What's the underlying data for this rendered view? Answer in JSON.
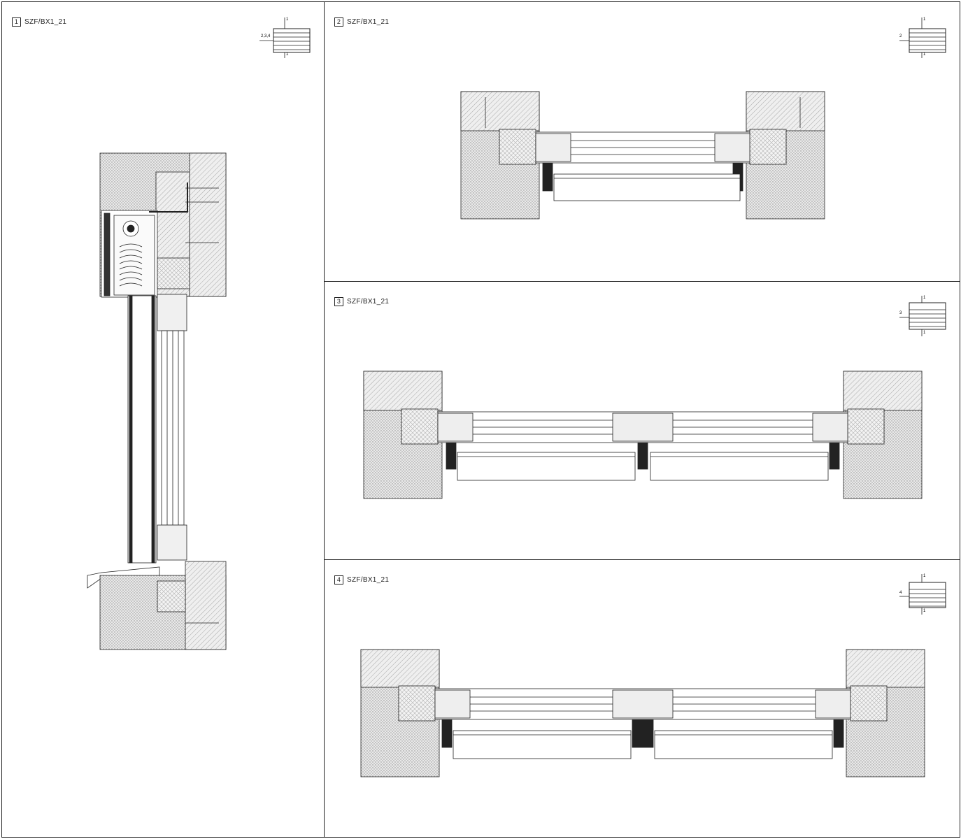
{
  "panels": [
    {
      "id": "1",
      "code": "SZF/BX1_21",
      "key_mark": "2,3,4",
      "key_top": "1",
      "key_bottom": "1"
    },
    {
      "id": "2",
      "code": "SZF/BX1_21",
      "key_mark": "2",
      "key_top": "1",
      "key_bottom": "1"
    },
    {
      "id": "3",
      "code": "SZF/BX1_21",
      "key_mark": "3",
      "key_top": "1",
      "key_bottom": "1"
    },
    {
      "id": "4",
      "code": "SZF/BX1_21",
      "key_mark": "4",
      "key_top": "1",
      "key_bottom": "1"
    }
  ],
  "colors": {
    "line": "#222222",
    "hatch": "#9a9a9a",
    "fill": "#e6e6e6"
  }
}
